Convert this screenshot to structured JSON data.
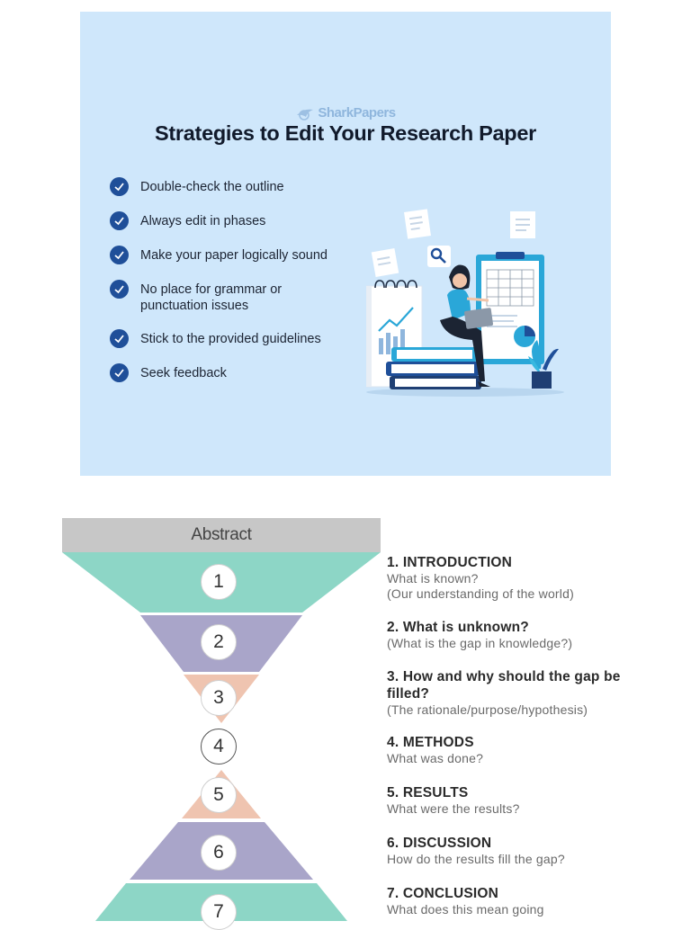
{
  "card": {
    "brand": "SharkPapers",
    "title": "Strategies to Edit Your Research Paper",
    "tips": [
      "Double-check the outline",
      "Always edit in phases",
      "Make your paper logically sound",
      "No place for grammar or punctuation issues",
      "Stick to the provided guidelines",
      "Seek feedback"
    ],
    "colors": {
      "background": "#cfe7fb",
      "check": "#1f4f99",
      "accent": "#2aa7d8"
    }
  },
  "diagram": {
    "abstract_label": "Abstract",
    "steps": [
      {
        "number": "1",
        "heading": "1. INTRODUCTION",
        "sub": [
          "What is known?",
          "(Our understanding of the world)"
        ]
      },
      {
        "number": "2",
        "heading": "2. What is unknown?",
        "sub": [
          "(What is the gap in knowledge?)"
        ]
      },
      {
        "number": "3",
        "heading": "3. How and why should the gap be filled?",
        "sub": [
          "(The rationale/purpose/hypothesis)"
        ]
      },
      {
        "number": "4",
        "heading": "4. METHODS",
        "sub": [
          "What was done?"
        ]
      },
      {
        "number": "5",
        "heading": "5. RESULTS",
        "sub": [
          "What were the results?"
        ]
      },
      {
        "number": "6",
        "heading": "6. DISCUSSION",
        "sub": [
          "How do the results fill the gap?"
        ]
      },
      {
        "number": "7",
        "heading": "7. CONCLUSION",
        "sub": [
          "What does this mean going"
        ]
      }
    ],
    "colors": {
      "teal": "#8dd6c6",
      "purple": "#a9a5c9",
      "peach": "#efc4b0",
      "abstract": "#c7c7c7"
    }
  }
}
